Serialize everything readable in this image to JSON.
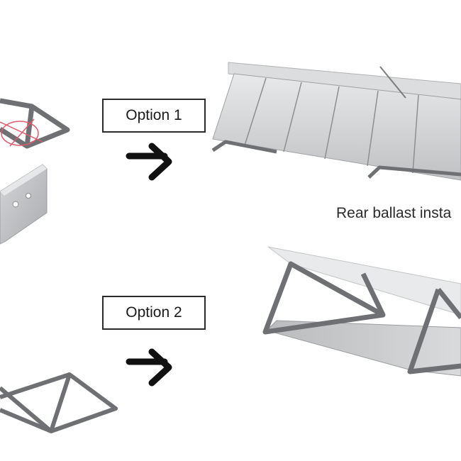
{
  "labels": {
    "option1": "Option 1",
    "option2": "Option 2",
    "rear_ballast_caption": "Rear ballast insta"
  },
  "icons": {
    "arrow": "right-arrow-icon"
  },
  "colors": {
    "frame": "#6e7073",
    "panel": "#c9cbcd",
    "panel_light": "#e4e5e6",
    "highlight_circle": "#e05a6a",
    "arrow": "#111111"
  }
}
